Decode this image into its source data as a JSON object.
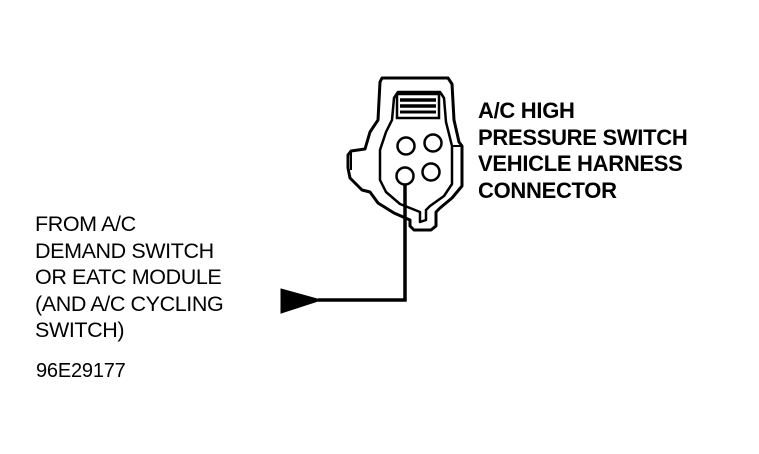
{
  "connector_label": {
    "lines": [
      "A/C HIGH",
      "PRESSURE SWITCH",
      "VEHICLE HARNESS",
      "CONNECTOR"
    ]
  },
  "source_label": {
    "lines": [
      "FROM A/C",
      "DEMAND SWITCH",
      "OR EATC MODULE",
      "(AND A/C CYCLING",
      "SWITCH)"
    ]
  },
  "reference_id": "96E29177",
  "colors": {
    "ink": "#000000",
    "paper": "#ffffff"
  }
}
